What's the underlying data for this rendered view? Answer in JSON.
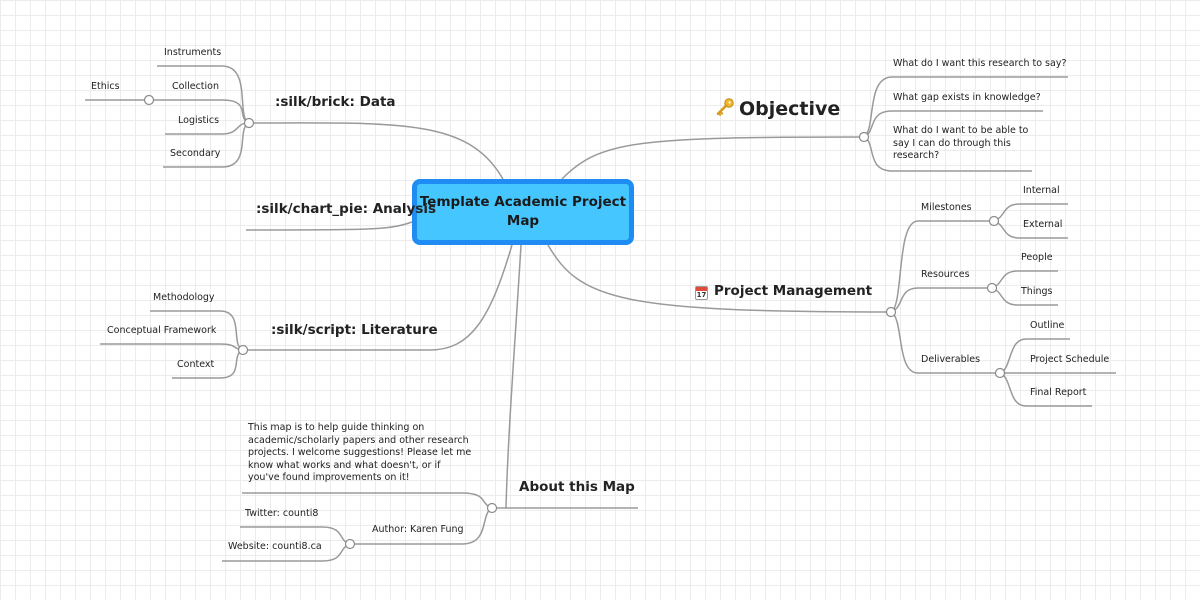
{
  "root": {
    "title": "Template Academic Project Map"
  },
  "branches": {
    "data": {
      "label": ":silk/brick: Data",
      "children": [
        "Instruments",
        "Collection",
        "Logistics",
        "Secondary"
      ],
      "sub": {
        "collection_child": "Ethics"
      }
    },
    "analysis": {
      "label": ":silk/chart_pie: Analysis"
    },
    "literature": {
      "label": ":silk/script: Literature",
      "children": [
        "Methodology",
        "Conceptual Framework",
        "Context"
      ]
    },
    "about": {
      "label": "About this Map",
      "note": "This map is to help guide thinking on academic/scholarly papers and other research projects. I welcome suggestions! Please let me know what works and what doesn't, or if you've found improvements on it!",
      "author": "Author: Karen Fung",
      "author_children": [
        "Twitter: counti8",
        "Website: counti8.ca"
      ]
    },
    "objective": {
      "label": "Objective",
      "icon": "key-icon",
      "children": [
        "What do I want this research to say?",
        "What gap exists in knowledge?",
        "What do I want to be able to say I can do through this research?"
      ]
    },
    "project_management": {
      "label": "Project Management",
      "icon": "calendar-icon",
      "icon_text": "17",
      "groups": [
        {
          "label": "Milestones",
          "children": [
            "Internal",
            "External"
          ]
        },
        {
          "label": "Resources",
          "children": [
            "People",
            "Things"
          ]
        },
        {
          "label": "Deliverables",
          "children": [
            "Outline",
            "Project Schedule",
            "Final Report"
          ]
        }
      ]
    }
  },
  "colors": {
    "root_fill": "#45c6ff",
    "root_border": "#1e8cf2",
    "line": "#9a9a9a",
    "grid": "#ececec"
  }
}
